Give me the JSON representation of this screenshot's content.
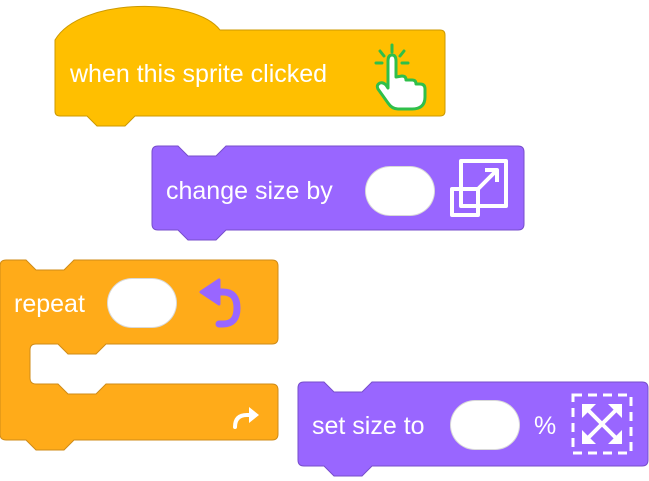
{
  "colors": {
    "events": "#FFBF00",
    "events_border": "#CC9900",
    "looks": "#9966FF",
    "looks_border": "#774DCB",
    "control": "#FFAB19",
    "control_border": "#CF8B17"
  },
  "blocks": {
    "when_clicked": {
      "label": "when this sprite clicked",
      "icon": "hand-click-icon"
    },
    "change_size": {
      "label": "change size by",
      "icon": "resize-icon"
    },
    "repeat": {
      "label": "repeat",
      "icon": "loop-arrow-icon",
      "end_icon": "repeat-arrow-icon"
    },
    "set_size": {
      "label": "set size to",
      "suffix": "%",
      "icon": "fullscreen-icon"
    }
  }
}
